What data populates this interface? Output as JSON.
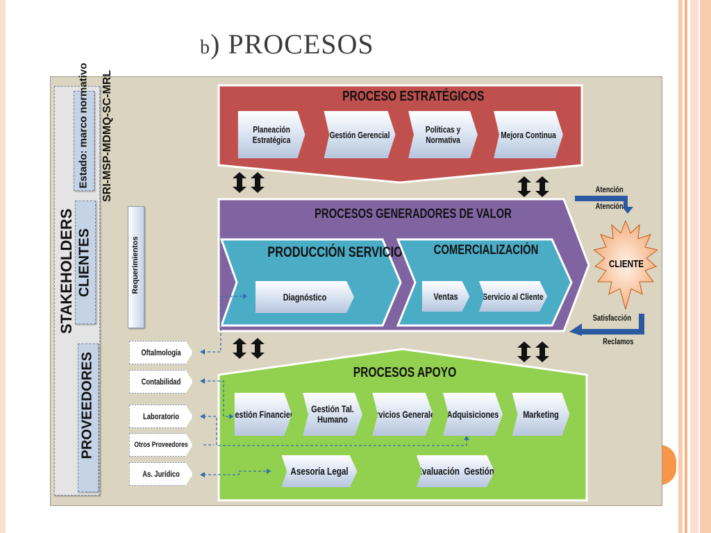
{
  "title": {
    "prefix": "b",
    "text": ") PROCESOS"
  },
  "stakeholders": {
    "label": "STAKEHOLDERS",
    "estado": "Estado: marco normativo",
    "sri": "SRI-MSP-MDMQ-SC-MRL",
    "clientes": "CLIENTES",
    "proveedores": "PROVEEDORES",
    "requerimientos": "Requerimientos"
  },
  "estrategicos": {
    "title": "PROCESO ESTRATÉGICOS",
    "items": [
      "Planeación\nEstratégica",
      "Gestión Gerencial",
      "Políticas y\nNormativa",
      "Mejora Continua"
    ]
  },
  "generadores": {
    "title": "PROCESOS GENERADORES DE VALOR",
    "produccion": {
      "title": "PRODUCCIÓN SERVICIOS",
      "item": "Diagnóstico"
    },
    "comercializacion": {
      "title": "COMERCIALIZACIÓN",
      "items": [
        "Ventas",
        "Servicio al Cliente"
      ]
    }
  },
  "cliente": {
    "label": "CLIENTE",
    "atencion_1": "Atención",
    "atencion_2": "Atención",
    "satisfaccion": "Satisfacción",
    "reclamos": "Reclamos"
  },
  "apoyo": {
    "title": "PROCESOS APOYO",
    "items": [
      "Gestión Financiera",
      "Gestión Tal.\nHumano",
      "Servicios Generales",
      "Adquisiciones",
      "Marketing"
    ],
    "bottom": [
      "Asesoría Legal",
      "Evaluación  Gestión"
    ]
  },
  "proveedores": [
    "Oftalmología",
    "Contabilidad",
    "Laboratorio",
    "Otros Proveedores",
    "As. Jurídico"
  ],
  "colors": {
    "estrategicos": "#c0504d",
    "generadores": "#8064a2",
    "produccion": "#4bacc6",
    "apoyo": "#92d050",
    "panel": "#dbd4c0",
    "arrow_blue": "#2c5aa0",
    "stripe": "#f4b183"
  }
}
